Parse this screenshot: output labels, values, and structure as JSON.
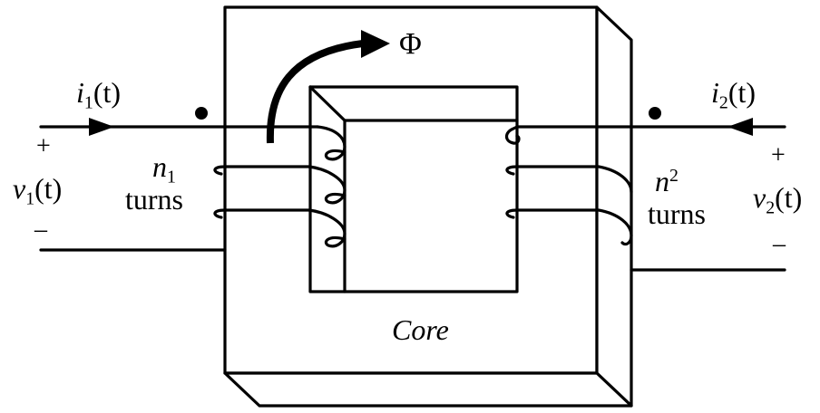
{
  "flux": {
    "symbol": "Φ"
  },
  "primary": {
    "current_var": "i",
    "current_sub": "1",
    "current_arg": "(t)",
    "voltage_var": "v",
    "voltage_sub": "1",
    "voltage_arg": "(t)",
    "plus": "+",
    "minus": "–",
    "turns_var": "n",
    "turns_sub": "1",
    "turns_word": "turns"
  },
  "secondary": {
    "current_var": "i",
    "current_sub": "2",
    "current_arg": "(t)",
    "voltage_var": "v",
    "voltage_sub": "2",
    "voltage_arg": "(t)",
    "plus": "+",
    "minus": "–",
    "turns_var": "n",
    "turns_sub": "2",
    "turns_word": "turns"
  },
  "core": {
    "label": "Core"
  },
  "colors": {
    "ink": "#000000",
    "background": "#ffffff"
  }
}
